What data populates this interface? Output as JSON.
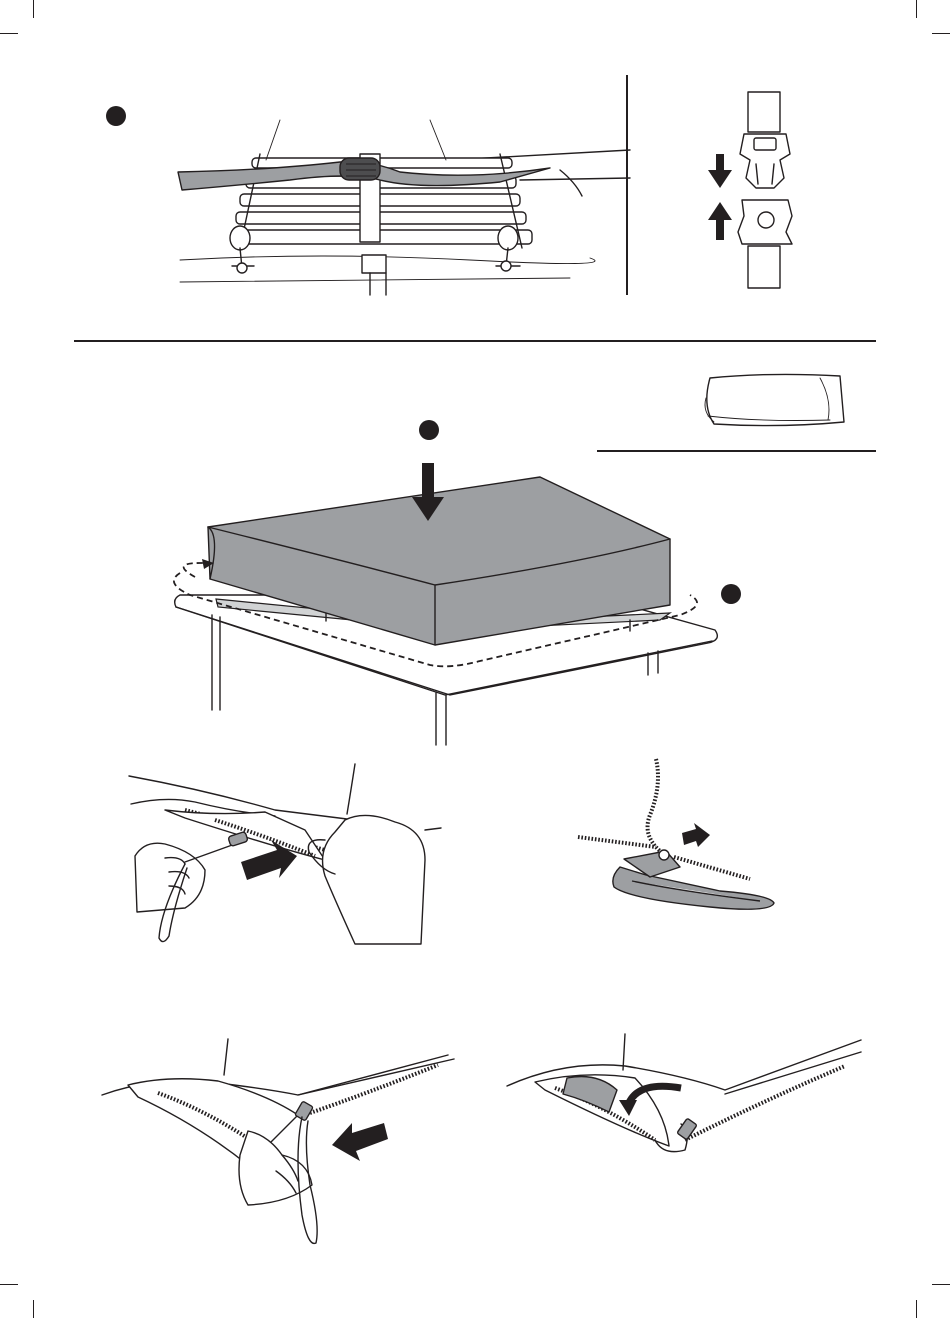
{
  "document": {
    "steps": [
      {
        "id": "strap-bed-frame",
        "bullet": ""
      },
      {
        "id": "place-mattress",
        "bullet": ""
      },
      {
        "id": "wrap-cover",
        "bullet": ""
      }
    ]
  },
  "colors": {
    "ink": "#231f20",
    "mattress_grey": "#9d9fa2",
    "light_grey": "#d1d3d4",
    "paper": "#ffffff"
  },
  "icons": [
    "step-bullet-icon",
    "down-arrow-icon",
    "up-arrow-icon",
    "push-arrow-icon",
    "rotate-arrow-icon",
    "buckle-icon",
    "zipper-pull-icon",
    "mattress-cover-icon"
  ]
}
